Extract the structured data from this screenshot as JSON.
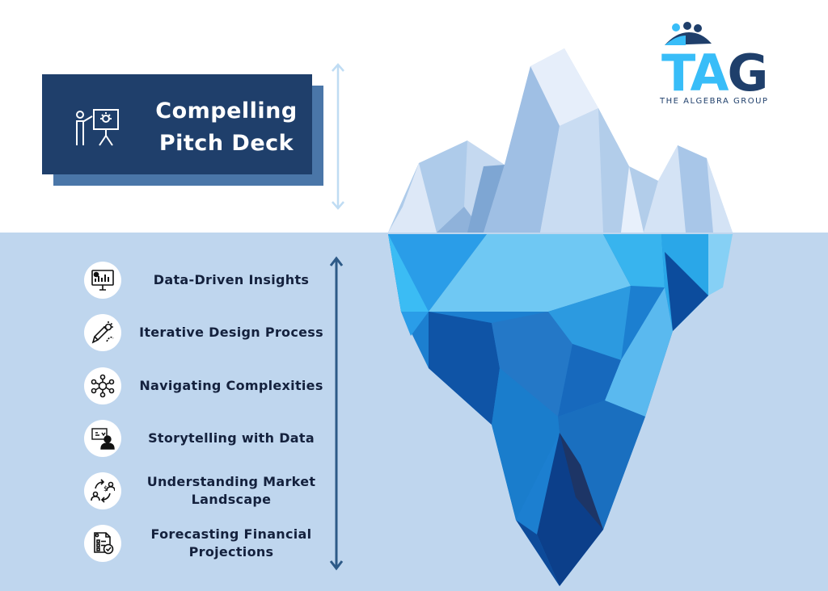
{
  "title": {
    "text_line1": "Compelling",
    "text_line2": "Pitch Deck",
    "icon": "presentation-icon"
  },
  "logo": {
    "letter_t": "T",
    "letter_a": "A",
    "letter_g": "G",
    "subtitle": "THE ALGEBRA GROUP"
  },
  "items": [
    {
      "label": "Data-Driven Insights",
      "icon": "analytics-monitor-icon"
    },
    {
      "label": "Iterative Design Process",
      "icon": "design-pencil-icon"
    },
    {
      "label": "Navigating Complexities",
      "icon": "network-gear-icon"
    },
    {
      "label": "Storytelling with Data",
      "icon": "presenter-screen-icon"
    },
    {
      "label": "Understanding Market Landscape",
      "icon": "market-exchange-icon"
    },
    {
      "label": "Forecasting Financial Projections",
      "icon": "financial-report-icon"
    }
  ],
  "colors": {
    "dark_navy": "#1f3f6b",
    "card_shadow": "#4a76a8",
    "water": "#bfd6ee",
    "accent_cyan": "#38bdf8",
    "arrow_light": "#bfdcf3",
    "arrow_dark": "#2d5a87"
  }
}
